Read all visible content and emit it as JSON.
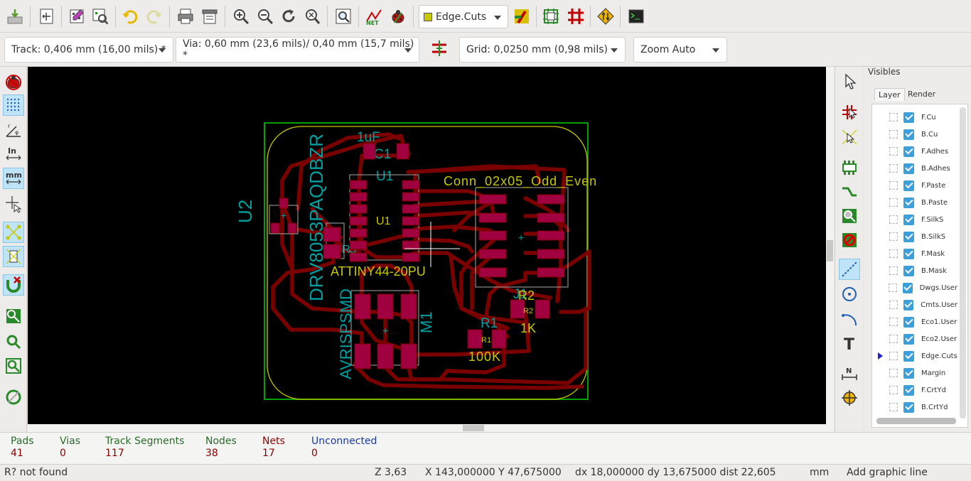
{
  "toolbar": {
    "layer_select": "Edge.Cuts",
    "layer_color": "#c8c800"
  },
  "toolbar2": {
    "track": "Track: 0,406 mm (16,00 mils) *",
    "via": "Via: 0,60 mm (23,6 mils)/ 0,40 mm (15,7 mils) *",
    "grid": "Grid: 0,0250 mm (0,98 mils)",
    "zoom": "Zoom Auto"
  },
  "pcb": {
    "labels": {
      "c1_value": "1uF",
      "c1_ref": "C1",
      "u1_ref": "U1",
      "u1_ref_center": "U1",
      "u1_value": "ATTINY44-20PU",
      "conn_value": "Conn_02x05_Odd_Even",
      "u2_ref": "U2",
      "u2_value": "DRV8053PAQDBZR",
      "r3_ref": "R3",
      "j1_ref": "J1",
      "r2_ref": "R2",
      "r2_pad": "R2",
      "r2_value": "1K",
      "r1_ref": "R1",
      "r1_pad": "R1",
      "r1_value": "100K",
      "m1_ref": "M1",
      "avr_value": "AVRISPSMD",
      "plus": "+"
    },
    "colors": {
      "copper": "#8b0000",
      "edge": "#c8c800",
      "silk": "#00a0a0",
      "courtyard": "#009000"
    }
  },
  "visibles": {
    "title": "Visibles",
    "tabs": [
      "Layer",
      "Render"
    ],
    "layers": [
      "F.Cu",
      "B.Cu",
      "F.Adhes",
      "B.Adhes",
      "F.Paste",
      "B.Paste",
      "F.SilkS",
      "B.SilkS",
      "F.Mask",
      "B.Mask",
      "Dwgs.User",
      "Cmts.User",
      "Eco1.User",
      "Eco2.User",
      "Edge.Cuts",
      "Margin",
      "F.CrtYd",
      "B.CrtYd"
    ],
    "active_layer": "Edge.Cuts"
  },
  "stats": {
    "pads_label": "Pads",
    "pads": "41",
    "vias_label": "Vias",
    "vias": "0",
    "tracks_label": "Track Segments",
    "tracks": "117",
    "nodes_label": "Nodes",
    "nodes": "38",
    "nets_label": "Nets",
    "nets": "17",
    "unconnected_label": "Unconnected",
    "unconnected": "0"
  },
  "status": {
    "message": "R? not found",
    "zoom": "Z 3,63",
    "xy": "X 143,000000  Y 47,675000",
    "delta": "dx 18,000000  dy 13,675000  dist 22,605",
    "units": "mm",
    "action": "Add graphic line"
  }
}
